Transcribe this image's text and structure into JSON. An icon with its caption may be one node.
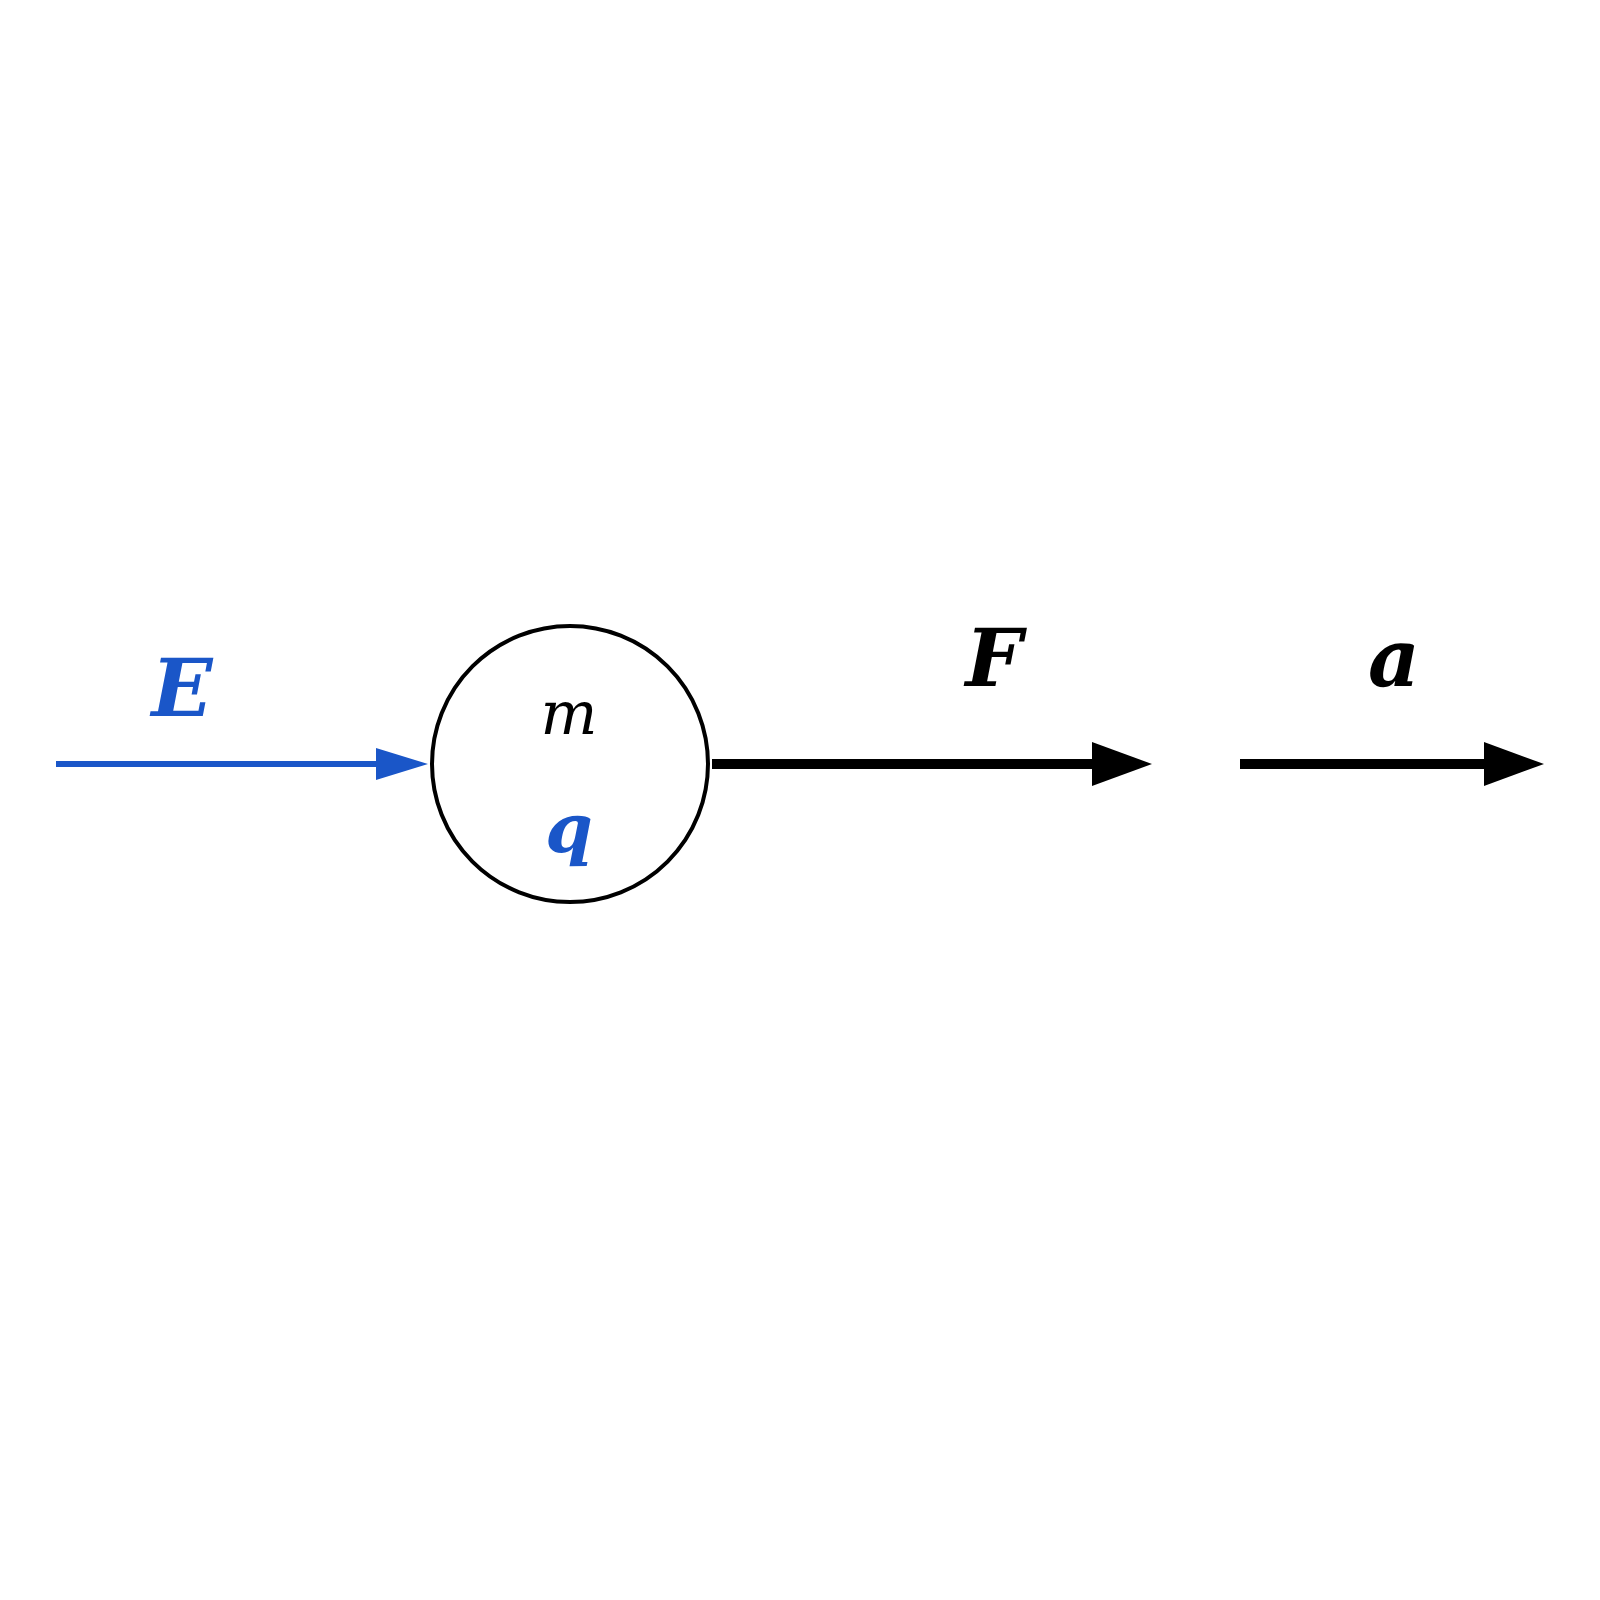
{
  "diagram": {
    "nodes": [
      {
        "text": [
          "m",
          "q"
        ]
      }
    ],
    "labels": [
      "E",
      "F",
      "a"
    ]
  }
}
